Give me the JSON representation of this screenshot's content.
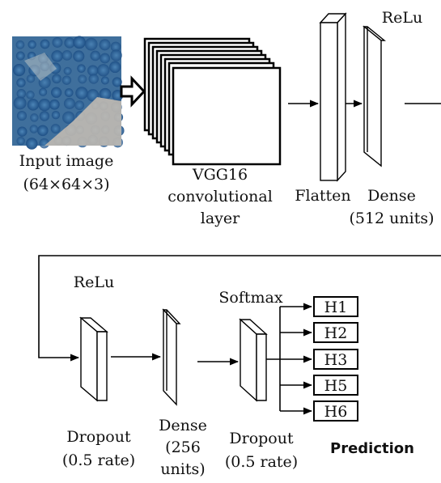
{
  "input": {
    "line1": "Input image",
    "line2": "(64×64×3)"
  },
  "vgg": {
    "line1": "VGG16",
    "line2": "convolutional",
    "line3": "layer"
  },
  "flatten": {
    "label": "Flatten"
  },
  "dense1": {
    "activation": "ReLu",
    "line1": "Dense",
    "line2": "(512 units)"
  },
  "row2": {
    "activation": "ReLu",
    "dropout1": {
      "line1": "Dropout",
      "line2": "(0.5 rate)"
    },
    "dense2": {
      "line1": "Dense",
      "line2": "(256",
      "line3": "units)"
    },
    "dropout2": {
      "activation": "Softmax",
      "line1": "Dropout",
      "line2": "(0.5 rate)"
    }
  },
  "outputs": [
    "H1",
    "H2",
    "H3",
    "H5",
    "H6"
  ],
  "prediction_label": "Prediction",
  "colors": {
    "stroke": "#000000",
    "image_tile_base": "#3f6f9c",
    "image_tile_dark": "#23528a",
    "image_tile_light": "#c9c0b4"
  }
}
